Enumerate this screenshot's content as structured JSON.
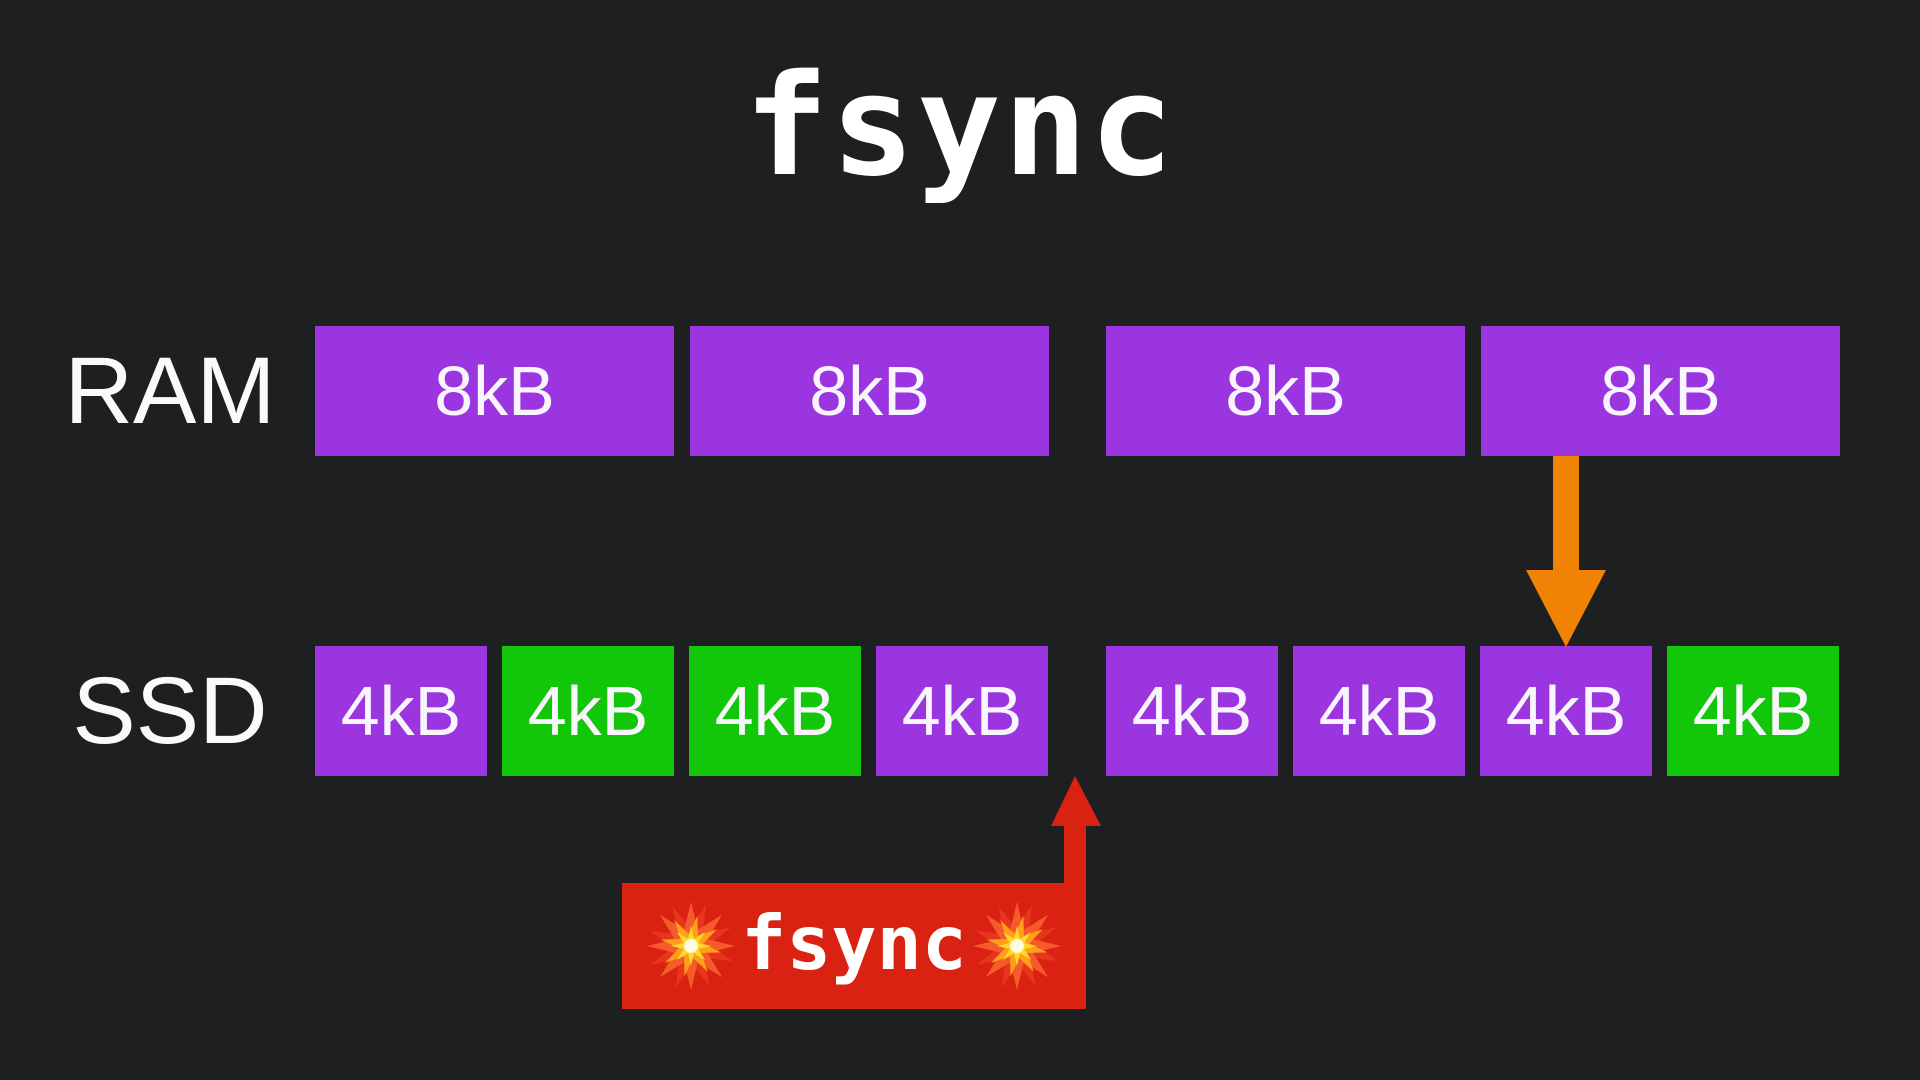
{
  "title": "fsync",
  "colors": {
    "background": "#1e1f20",
    "page_purple": "#9a35e0",
    "flushed_green": "#12c60a",
    "flush_arrow_orange": "#f08204",
    "fsync_red": "#da2213",
    "text_white": "#ffffff"
  },
  "ram": {
    "label": "RAM",
    "blocks": [
      {
        "label": "8kB",
        "color": "#9a35e0"
      },
      {
        "label": "8kB",
        "color": "#9a35e0"
      },
      {
        "label": "8kB",
        "color": "#9a35e0"
      },
      {
        "label": "8kB",
        "color": "#9a35e0"
      }
    ]
  },
  "ssd": {
    "label": "SSD",
    "blocks": [
      {
        "label": "4kB",
        "color": "#9a35e0"
      },
      {
        "label": "4kB",
        "color": "#12c60a"
      },
      {
        "label": "4kB",
        "color": "#12c60a"
      },
      {
        "label": "4kB",
        "color": "#9a35e0"
      },
      {
        "label": "4kB",
        "color": "#9a35e0"
      },
      {
        "label": "4kB",
        "color": "#9a35e0"
      },
      {
        "label": "4kB",
        "color": "#9a35e0"
      },
      {
        "label": "4kB",
        "color": "#12c60a"
      }
    ]
  },
  "arrows": {
    "flush_down": {
      "icon": "down-arrow-icon",
      "color": "#f08204"
    },
    "fsync_up": {
      "icon": "up-arrow-icon",
      "color": "#da2213"
    }
  },
  "callout": {
    "label": "fsync",
    "color": "#da2213",
    "left_icon": "explosion-icon",
    "right_icon": "explosion-icon"
  }
}
